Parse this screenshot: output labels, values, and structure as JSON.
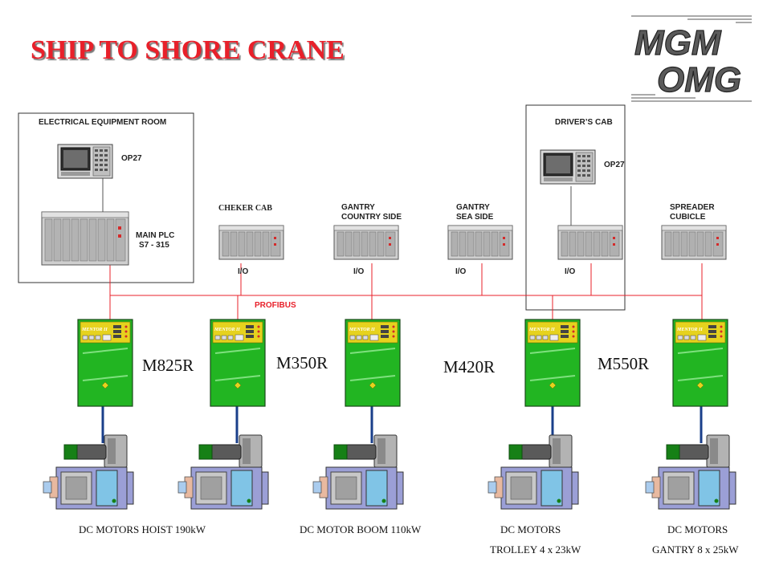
{
  "title": "SHIP TO SHORE CRANE",
  "logo": {
    "line1": "MGM",
    "line2": "OMG"
  },
  "rooms": {
    "electrical": {
      "label": "ELECTRICAL EQUIPMENT ROOM",
      "op_label": "OP27",
      "plc_label_1": "MAIN PLC",
      "plc_label_2": "S7 - 315"
    },
    "driver": {
      "label": "DRIVER’S CAB",
      "op_label": "OP27"
    }
  },
  "io_stations": [
    {
      "label_1": "CHEKER CAB",
      "label_2": "",
      "io": "I/O"
    },
    {
      "label_1": "GANTRY",
      "label_2": "COUNTRY SIDE",
      "io": "I/O"
    },
    {
      "label_1": "GANTRY",
      "label_2": "SEA SIDE",
      "io": "I/O"
    },
    {
      "label_1": "",
      "label_2": "",
      "io": "I/O"
    },
    {
      "label_1": "SPREADER",
      "label_2": "CUBICLE",
      "io": ""
    }
  ],
  "bus_label": "PROFIBUS",
  "drive_brand": "MENTOR II",
  "models": [
    "M825R",
    "M350R",
    "M420R",
    "M550R"
  ],
  "captions": {
    "hoist": "DC MOTORS HOIST 190kW",
    "boom": "DC MOTOR BOOM 110kW",
    "trolley_1": "DC MOTORS",
    "trolley_2": "TROLLEY 4 x 23kW",
    "gantry_1": "DC MOTORS",
    "gantry_2": "GANTRY  8 x 25kW"
  },
  "colors": {
    "title": "#e8202a",
    "bus": "#e8202a",
    "drive_body": "#22b522",
    "drive_panel": "#e6d21e",
    "cable": "#1a3f8a",
    "motor": "#9b9fd6"
  }
}
